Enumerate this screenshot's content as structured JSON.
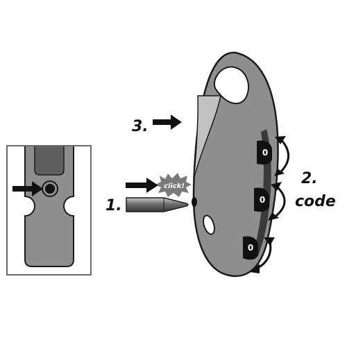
{
  "labels": {
    "step1": "1.",
    "step2": "2.",
    "step2_word": "code",
    "step3": "3.",
    "click": "click!"
  },
  "dials": [
    "0",
    "0",
    "0"
  ],
  "colors": {
    "body_fill": "#8e8e8e",
    "shackle_fill": "#bdbdbd",
    "outline": "#1a1a1a",
    "arrow": "#111111",
    "panel_border": "#6a6a6a",
    "burst": "#7a7a7a"
  }
}
